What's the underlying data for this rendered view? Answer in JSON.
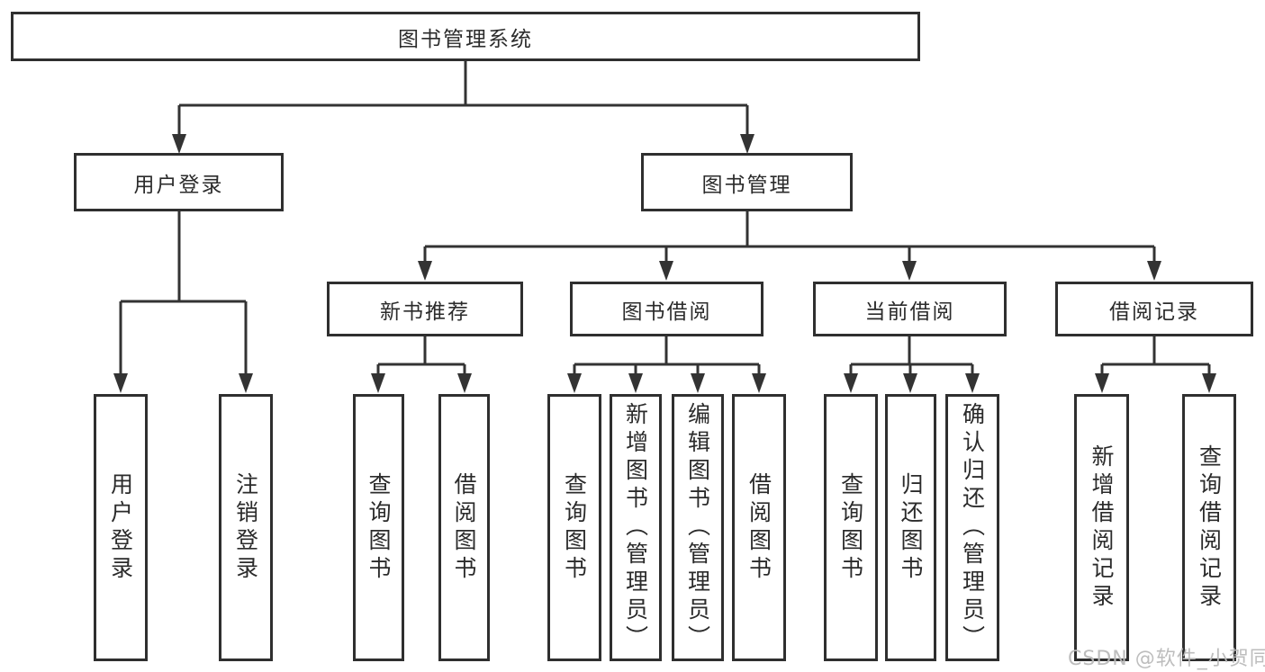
{
  "tree": {
    "label": "图书管理系统",
    "children": [
      {
        "label": "用户登录",
        "children": [
          {
            "label": "用户登录"
          },
          {
            "label": "注销登录"
          }
        ]
      },
      {
        "label": "图书管理",
        "children": [
          {
            "label": "新书推荐",
            "children": [
              {
                "label": "查询图书"
              },
              {
                "label": "借阅图书"
              }
            ]
          },
          {
            "label": "图书借阅",
            "children": [
              {
                "label": "查询图书"
              },
              {
                "label": "新增图书（管理员）"
              },
              {
                "label": "编辑图书（管理员）"
              },
              {
                "label": "借阅图书"
              }
            ]
          },
          {
            "label": "当前借阅",
            "children": [
              {
                "label": "查询图书"
              },
              {
                "label": "归还图书"
              },
              {
                "label": "确认归还（管理员）"
              }
            ]
          },
          {
            "label": "借阅记录",
            "children": [
              {
                "label": "新增借阅记录"
              },
              {
                "label": "查询借阅记录"
              }
            ]
          }
        ]
      }
    ]
  },
  "watermark": {
    "text": "CSDN @软件_小贺同学"
  },
  "colors": {
    "line": "#333333",
    "box_border": "#2f2f2f",
    "text": "#2b2b2b",
    "watermark": "#b9b9b9",
    "background": "#ffffff"
  }
}
